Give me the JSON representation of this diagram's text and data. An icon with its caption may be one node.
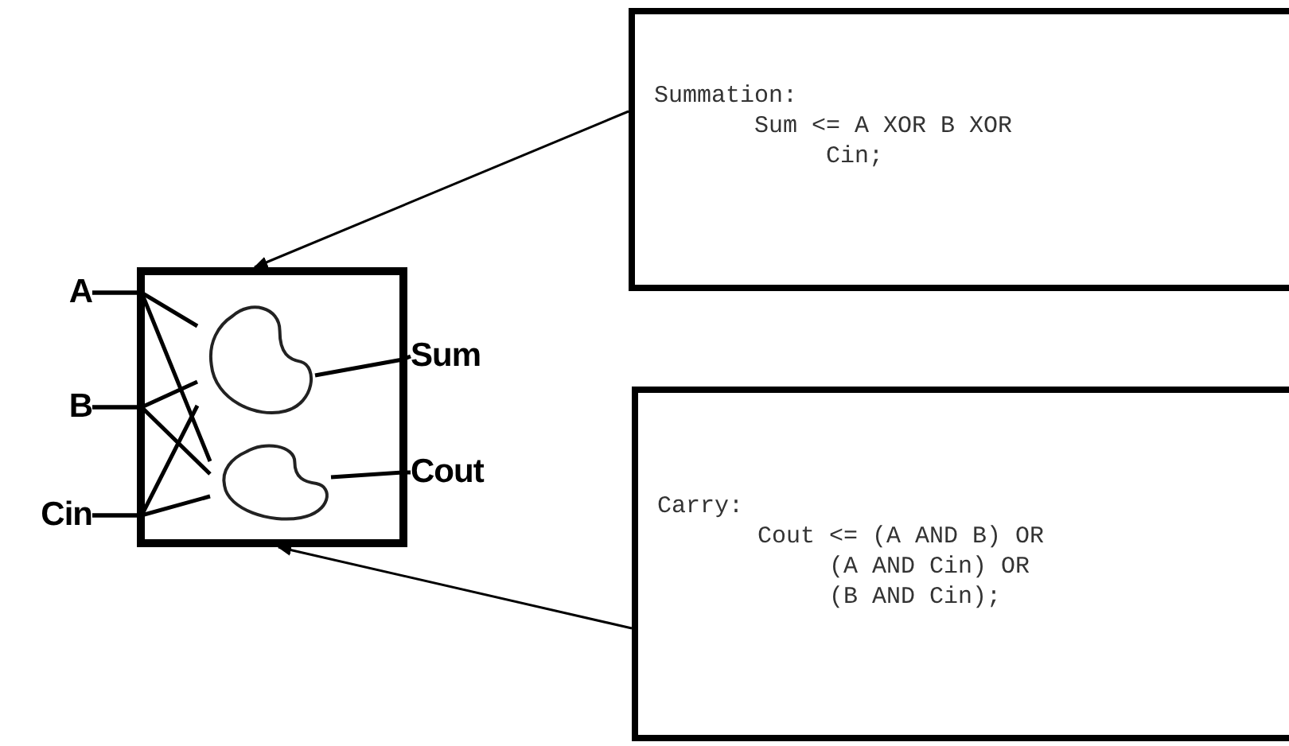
{
  "diagram": {
    "nodes": [
      {
        "text": [],
        "shape": "box"
      },
      {
        "text": [],
        "shape": "blob",
        "in": 0
      },
      {
        "text": [],
        "shape": "blob",
        "in": 0
      },
      {
        "text": [
          "A"
        ]
      },
      {
        "text": [
          "B"
        ]
      },
      {
        "text": [
          "Cin"
        ]
      },
      {
        "text": [
          "Sum"
        ]
      },
      {
        "text": [
          "Cout"
        ]
      },
      {
        "text": [
          "Summation:",
          "Sum <= A XOR B XOR Cin;"
        ]
      },
      {
        "text": [
          "Carry:",
          "Cout <= (A AND B) OR (A AND Cin) OR (B AND Cin);"
        ]
      }
    ],
    "edges": [
      {
        "from": 3,
        "to": 1,
        "arrow": "none"
      },
      {
        "from": 3,
        "to": 2,
        "arrow": "none"
      },
      {
        "from": 4,
        "to": 1,
        "arrow": "none"
      },
      {
        "from": 4,
        "to": 2,
        "arrow": "none"
      },
      {
        "from": 5,
        "to": 1,
        "arrow": "none"
      },
      {
        "from": 5,
        "to": 2,
        "arrow": "none"
      },
      {
        "from": 1,
        "to": 6,
        "arrow": "none"
      },
      {
        "from": 2,
        "to": 7,
        "arrow": "none"
      },
      {
        "from": 8,
        "to": 0,
        "arrow": "to"
      },
      {
        "from": 9,
        "to": 0,
        "arrow": "to"
      }
    ]
  }
}
